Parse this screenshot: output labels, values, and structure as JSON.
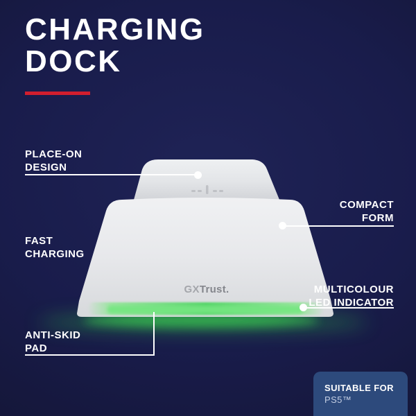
{
  "title": "CHARGING\nDOCK",
  "colors": {
    "accent": "#d21e2e",
    "background": "#191c4b",
    "badge_bg": "#2d4a7c",
    "led": "#55d468"
  },
  "labels": {
    "place_on": "PLACE-ON\nDESIGN",
    "fast_charging": "FAST\nCHARGING",
    "compact_form": "COMPACT\nFORM",
    "multicolour_led": "MULTICOLOUR\nLED INDICATOR",
    "anti_skid": "ANTI-SKID\nPAD"
  },
  "product": {
    "logo_gx": "GX",
    "logo_trust": "Trust."
  },
  "badge": {
    "line1": "SUITABLE FOR",
    "line2": "PS5™"
  }
}
